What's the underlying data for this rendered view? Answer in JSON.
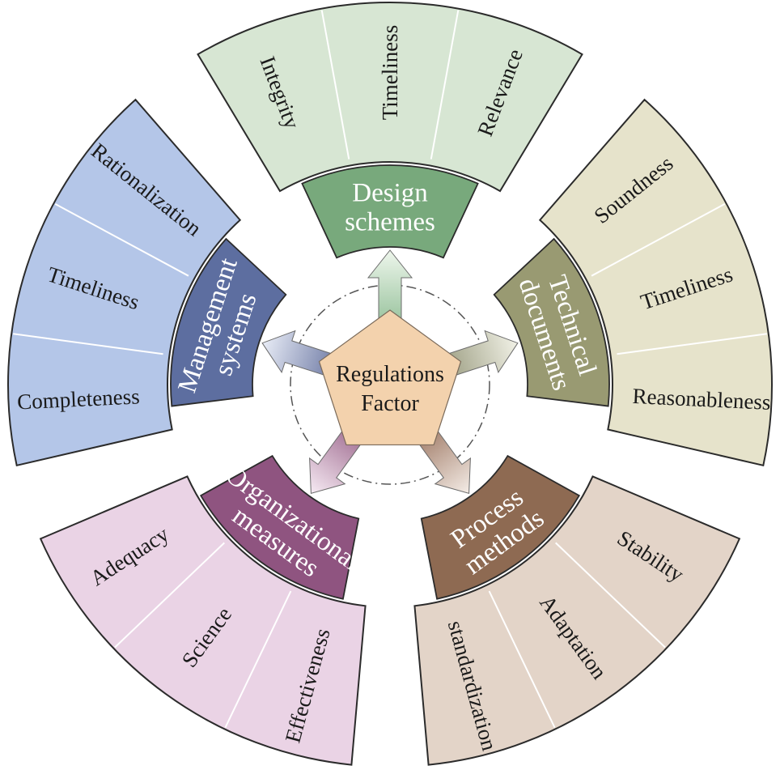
{
  "center": {
    "lines": [
      "Regulations",
      "Factor"
    ],
    "fill": "#f3d2ad"
  },
  "sectors": [
    {
      "id": "design",
      "inner": [
        "Design",
        "schemes"
      ],
      "outer": [
        "Integrity",
        "Timeliness",
        "Relevance"
      ],
      "colors": {
        "outer": "#d7e6d3",
        "inner": "#78a97c",
        "arrow": "#86b88c",
        "arrow_light": "#eef6ec"
      }
    },
    {
      "id": "technical",
      "inner": [
        "Technical",
        "documents"
      ],
      "outer": [
        "Soundness",
        "Timeliness",
        "Reasonableness"
      ],
      "colors": {
        "outer": "#e6e3cb",
        "inner": "#999a72",
        "arrow": "#8f9173",
        "arrow_light": "#f1f1e6"
      }
    },
    {
      "id": "process",
      "inner": [
        "Process",
        "methods"
      ],
      "outer": [
        "Stability",
        "Adaptation",
        "standardization"
      ],
      "colors": {
        "outer": "#e3d4c8",
        "inner": "#8e6a52",
        "arrow": "#946b55",
        "arrow_light": "#f4ece6"
      }
    },
    {
      "id": "organizational",
      "inner": [
        "Organizational",
        "measures"
      ],
      "outer": [
        "Effectiveness",
        "Science",
        "Adequacy"
      ],
      "colors": {
        "outer": "#ead3e5",
        "inner": "#8f5480",
        "arrow": "#935a82",
        "arrow_light": "#f6eaf3"
      }
    },
    {
      "id": "management",
      "inner": [
        "Management",
        "systems"
      ],
      "outer": [
        "Completeness",
        "Timeliness",
        "Rationalization"
      ],
      "colors": {
        "outer": "#b4c6e8",
        "inner": "#5d6ea0",
        "arrow": "#5d6a99",
        "arrow_light": "#e8ecf6"
      }
    }
  ]
}
